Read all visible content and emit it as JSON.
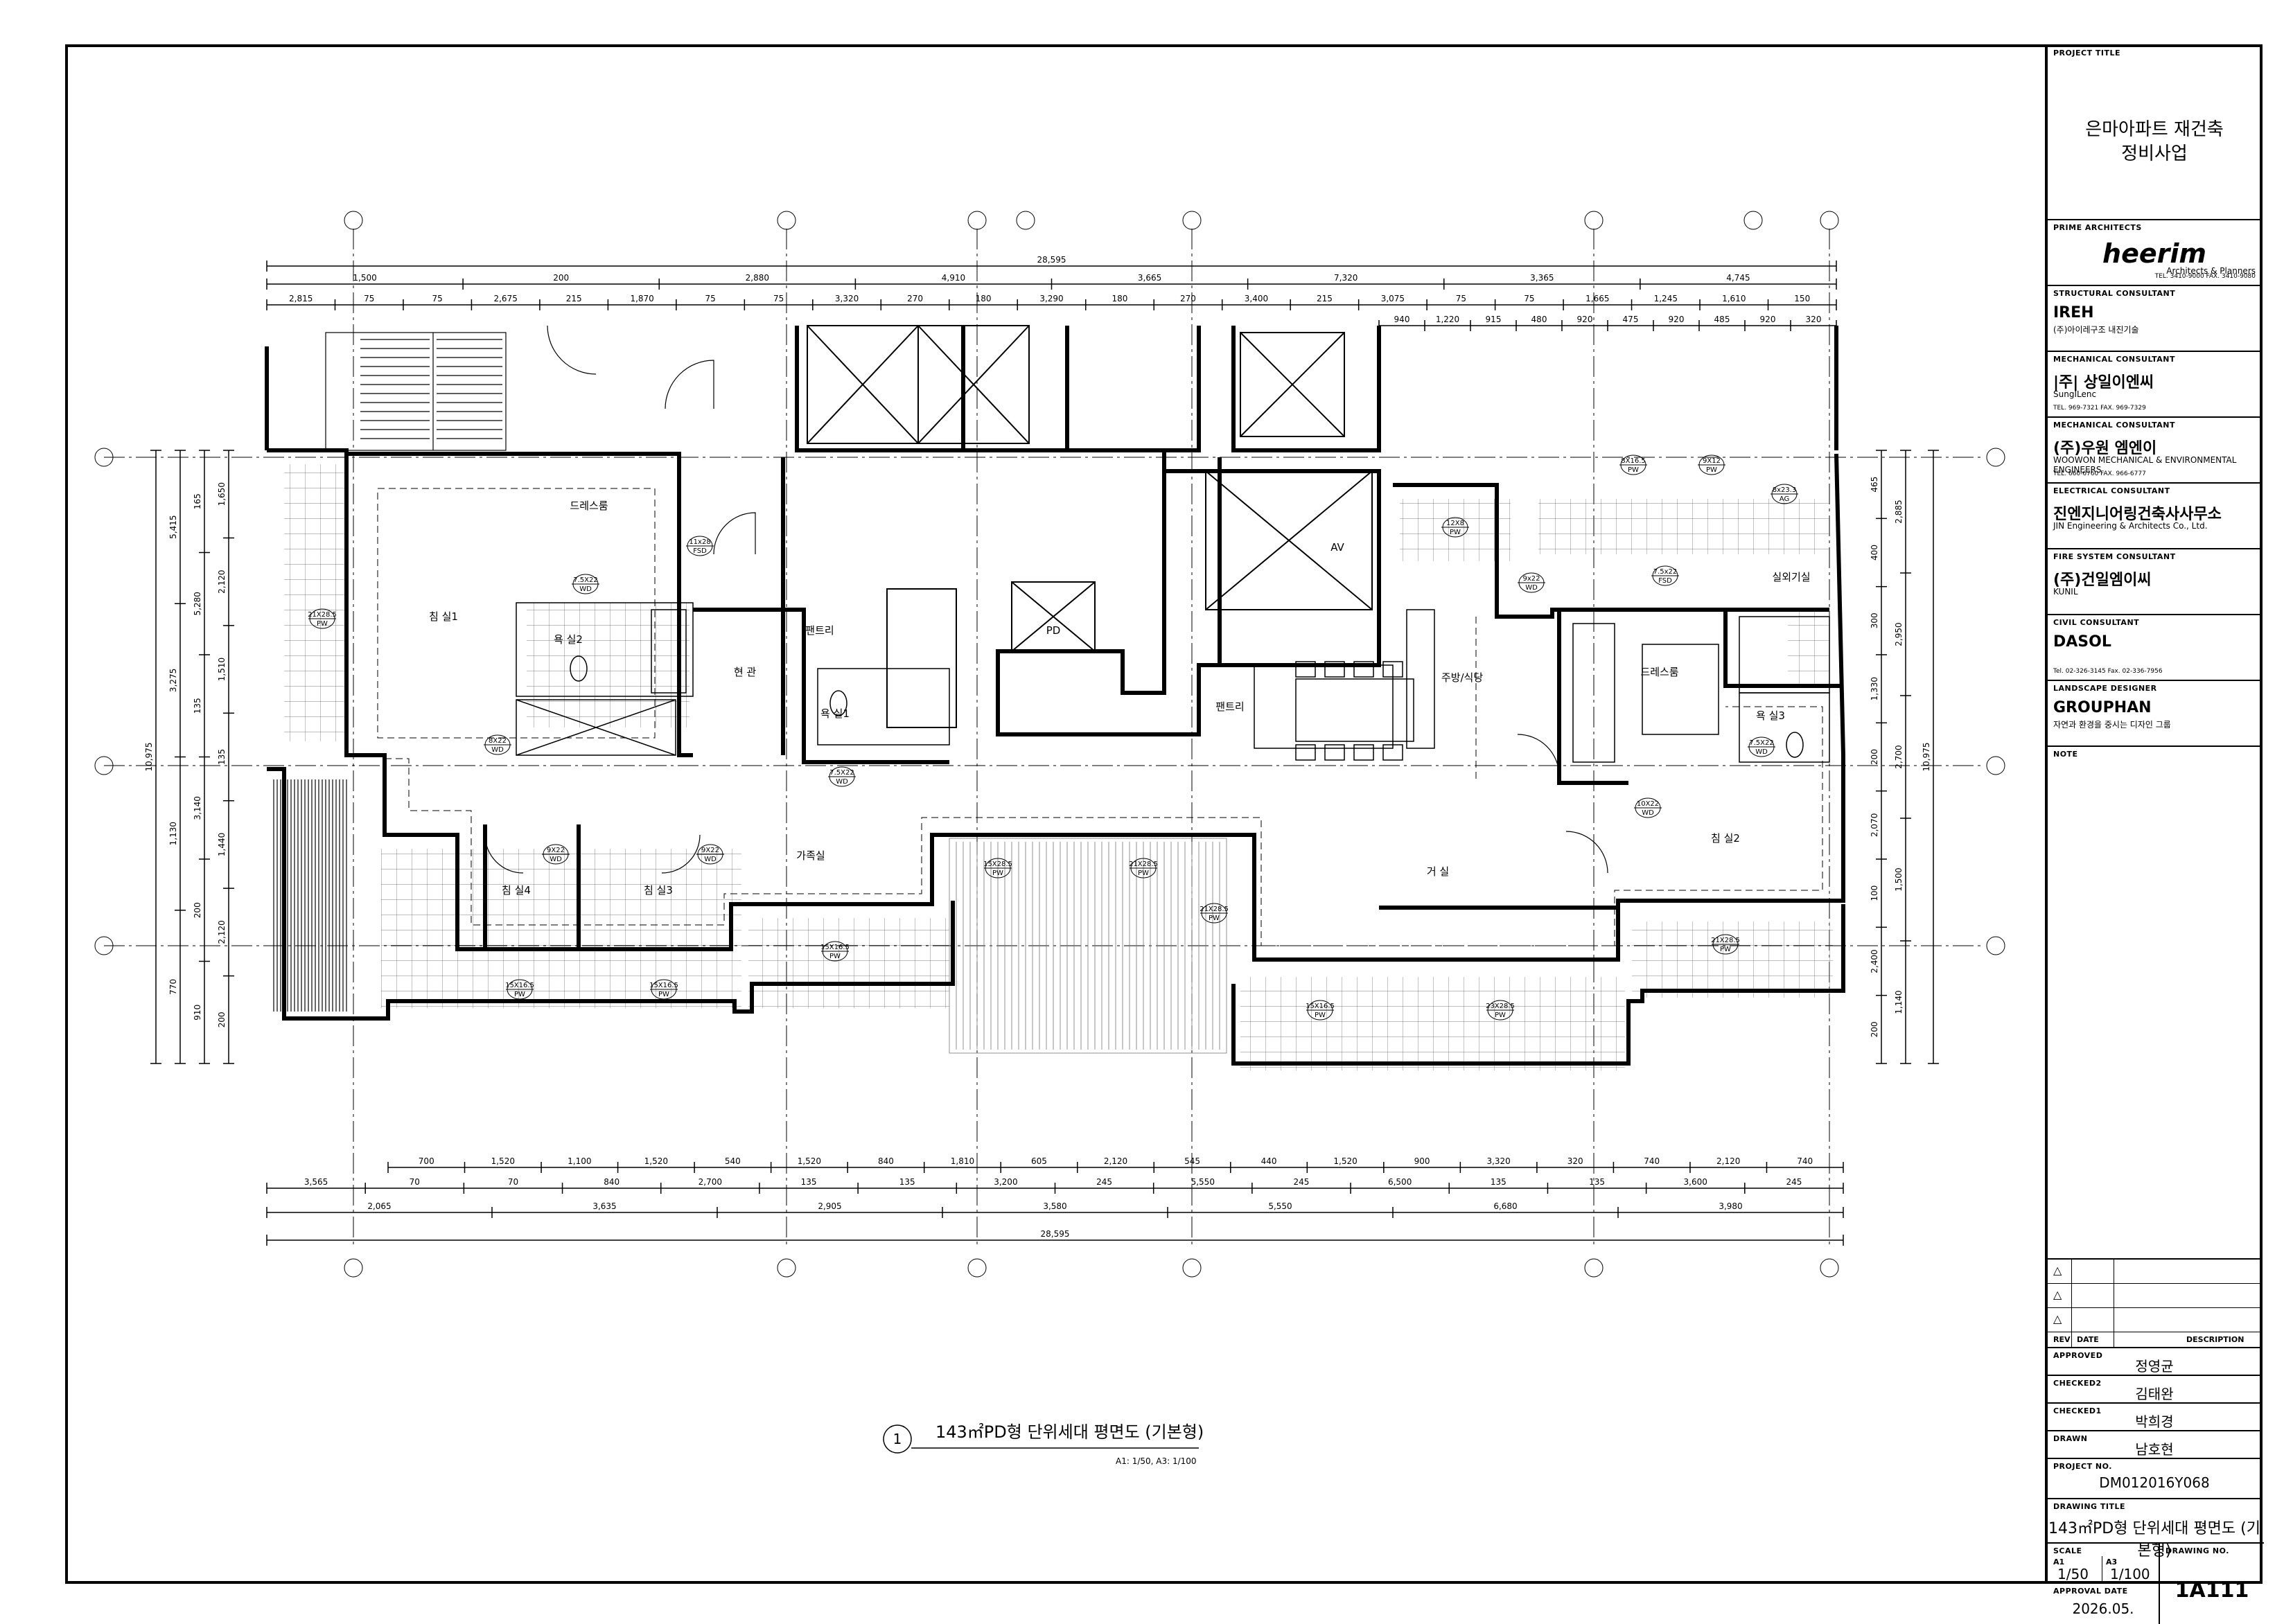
{
  "project": {
    "title_label": "PROJECT TITLE",
    "title_line1": "은마아파트 재건축",
    "title_line2": "정비사업"
  },
  "consultants": [
    {
      "label": "PRIME ARCHITECTS",
      "name": "heerim",
      "sub": "Architects & Planners",
      "extra": "TEL. 3410-9000  FAX. 3410-9080"
    },
    {
      "label": "STRUCTURAL CONSULTANT",
      "name": "IREH",
      "sub": "(주)아이레구조 내진기술",
      "extra": ""
    },
    {
      "label": "MECHANICAL CONSULTANT",
      "name": "|주| 상일이엔씨",
      "sub": "SungILenc",
      "extra": "TEL. 969-7321  FAX. 969-7329"
    },
    {
      "label": "MECHANICAL CONSULTANT",
      "name": "(주)우원 엠엔이",
      "sub": "WOOWON MECHANICAL & ENVIRONMENTAL ENGINEERS",
      "extra": "TEL. 660-6760  FAX. 966-6777"
    },
    {
      "label": "ELECTRICAL CONSULTANT",
      "name": "진엔지니어링건축사사무소",
      "sub": "JIN Engineering & Architects Co., Ltd.",
      "extra": ""
    },
    {
      "label": "FIRE SYSTEM CONSULTANT",
      "name": "(주)건일엠이씨",
      "sub": "KUNIL",
      "extra": ""
    },
    {
      "label": "CIVIL CONSULTANT",
      "name": "DASOL",
      "sub": "",
      "extra": "Tel. 02-326-3145   Fax. 02-336-7956"
    },
    {
      "label": "LANDSCAPE DESIGNER",
      "name": "GROUPHAN",
      "sub": "자연과 환경을 중시는 디자인 그룹",
      "extra": ""
    }
  ],
  "note_label": "NOTE",
  "revisions": {
    "rows": [
      "△",
      "△",
      "△"
    ],
    "rev_label": "REV",
    "date_label": "DATE",
    "desc_label": "DESCRIPTION"
  },
  "approvals": [
    {
      "label": "APPROVED",
      "name": "정영균"
    },
    {
      "label": "CHECKED2",
      "name": "김태완"
    },
    {
      "label": "CHECKED1",
      "name": "박희경"
    },
    {
      "label": "DRAWN",
      "name": "남호현"
    }
  ],
  "project_no": {
    "label": "PROJECT NO.",
    "value": "DM012016Y068"
  },
  "drawing_title": {
    "label": "DRAWING TITLE",
    "value": "143㎡PD형 단위세대 평면도 (기본형)"
  },
  "scale": {
    "label": "SCALE",
    "a1_label": "A1",
    "a3_label": "A3",
    "a1": "1/50",
    "a3": "1/100"
  },
  "drawing_no": {
    "label": "DRAWING NO.",
    "value": "1A111"
  },
  "approval_date": {
    "label": "APPROVAL DATE",
    "value": "2026.05."
  },
  "plan_caption": {
    "number": "1",
    "title": "143㎡PD형 단위세대 평면도 (기본형)",
    "scale": "A1: 1/50,  A3: 1/100"
  },
  "rooms": [
    "드레스룸",
    "침 실1",
    "욕 실2",
    "현 관",
    "팬트리",
    "욕 실1",
    "주방/식당",
    "AV",
    "PD",
    "드레스룸",
    "욕 실3",
    "실외기실",
    "팬트리",
    "침 실4",
    "침 실3",
    "가족실",
    "거 실",
    "침 실2"
  ],
  "dims_top_total": "28,595",
  "dims_top_row1": [
    "1,500",
    "200",
    "2,880",
    "4,910",
    "3,665",
    "7,320",
    "3,365",
    "4,745"
  ],
  "dims_top_row2": [
    "2,815",
    "75",
    "75",
    "2,675",
    "215",
    "1,870",
    "75",
    "75",
    "3,320",
    "270",
    "180",
    "3,290",
    "180",
    "270",
    "3,400",
    "215",
    "3,075",
    "75",
    "75",
    "1,665",
    "1,245",
    "1,610",
    "150"
  ],
  "dims_top_row3": [
    "940",
    "1,220",
    "915",
    "480",
    "920",
    "475",
    "920",
    "485",
    "920",
    "320"
  ],
  "dims_bottom_row1": [
    "700",
    "1,520",
    "1,100",
    "1,520",
    "540",
    "1,520",
    "840",
    "1,810",
    "605",
    "2,120",
    "545",
    "440",
    "1,520",
    "900",
    "3,320",
    "320",
    "740",
    "2,120",
    "740"
  ],
  "dims_bottom_row2": [
    "3,565",
    "70",
    "70",
    "840",
    "2,700",
    "135",
    "135",
    "3,200",
    "245",
    "5,550",
    "245",
    "6,500",
    "135",
    "135",
    "3,600",
    "245"
  ],
  "dims_bottom_row3": [
    "2,065",
    "3,635",
    "2,905",
    "3,580",
    "5,550",
    "6,680",
    "3,980"
  ],
  "dims_bottom_total": "28,595",
  "dims_left_total": "10,975",
  "dims_left_row1": [
    "5,415",
    "3,275",
    "1,130",
    "770"
  ],
  "dims_left_row2": [
    "165",
    "5,280",
    "135",
    "3,140",
    "200",
    "910"
  ],
  "dims_left_row3": [
    "1,650",
    "2,120",
    "1,510",
    "135",
    "1,440",
    "2,120",
    "200"
  ],
  "dims_right_total": "10,975",
  "dims_right_row1": [
    "2,885",
    "2,950",
    "2,700",
    "1,500",
    "1,140"
  ],
  "dims_right_row2": [
    "465",
    "400",
    "300",
    "1,330",
    "200",
    "2,070",
    "100",
    "2,400",
    "200"
  ],
  "window_tags": [
    {
      "t": "21X28.5",
      "s": "PW"
    },
    {
      "t": "7.5X22",
      "s": "WD"
    },
    {
      "t": "8X22",
      "s": "WD"
    },
    {
      "t": "11x28",
      "s": "FSD"
    },
    {
      "t": "7.5X22",
      "s": "WD"
    },
    {
      "t": "9X22",
      "s": "WD"
    },
    {
      "t": "9X22",
      "s": "WD"
    },
    {
      "t": "15X28.5",
      "s": "PW"
    },
    {
      "t": "21X28.5",
      "s": "PW"
    },
    {
      "t": "21X28.5",
      "s": "PW"
    },
    {
      "t": "15X16.5",
      "s": "PW"
    },
    {
      "t": "15X16.5",
      "s": "PW"
    },
    {
      "t": "15X16.5",
      "s": "PW"
    },
    {
      "t": "12X8",
      "s": "PW"
    },
    {
      "t": "9x22",
      "s": "WD"
    },
    {
      "t": "8X16.5",
      "s": "PW"
    },
    {
      "t": "9X12",
      "s": "PW"
    },
    {
      "t": "8x23.3",
      "s": "AG"
    },
    {
      "t": "7.5x22",
      "s": "FSD"
    },
    {
      "t": "7.5X22",
      "s": "WD"
    },
    {
      "t": "10X22",
      "s": "WD"
    },
    {
      "t": "21X28.5",
      "s": "PW"
    },
    {
      "t": "15X16.5",
      "s": "PW"
    },
    {
      "t": "23X28.5",
      "s": "PW"
    }
  ]
}
